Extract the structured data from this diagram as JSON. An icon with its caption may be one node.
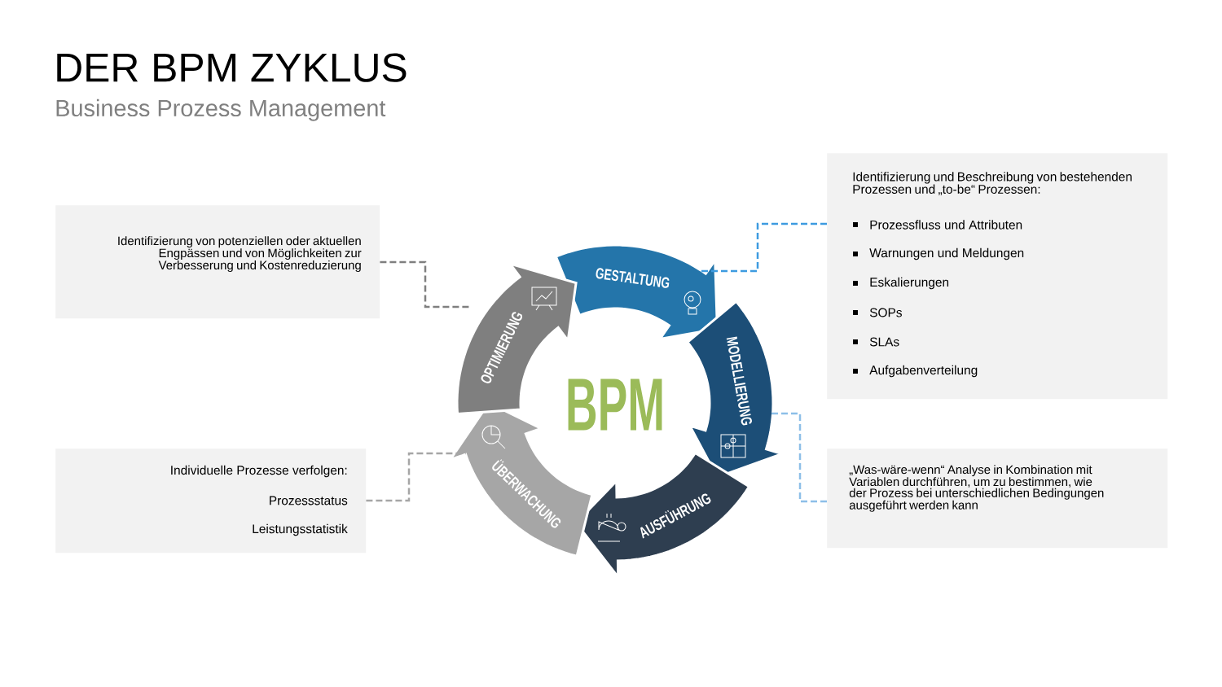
{
  "diagram": {
    "title": "DER BPM ZYKLUS",
    "nodes": [
      {
        "text": [
          "Identifizierung und Beschreibung von bestehenden Prozessen und „to-be“ Prozessen:",
          "Prozessfluss und Attributen",
          "Warnungen und Meldungen",
          "Eskalierungen",
          "SOPs",
          "SLAs",
          "Aufgabenverteilung"
        ]
      },
      {
        "text": [
          "Identifizierung von potenziellen oder aktuellen Engpässen und von Möglichkeiten zur Verbesserung und Kostenreduzierung"
        ]
      },
      {
        "text": [
          "Individuelle Prozesse verfolgen:",
          "Prozessstatus",
          "Leistungsstatistik"
        ]
      },
      {
        "text": [
          "„Was-wäre-wenn“ Analyse in Kombination mit Variablen durchführen, um zu bestimmen, wie der Prozess bei unterschiedlichen Bedingungen ausgeführt werden kann"
        ]
      },
      {
        "text": [
          "GESTALTUNG"
        ]
      },
      {
        "text": [
          "MODELLIERUNG"
        ]
      },
      {
        "text": [
          "AUSFÜHRUNG"
        ]
      },
      {
        "text": [
          "ÜBERWACHUNG"
        ]
      },
      {
        "text": [
          "OPTIMIERUNG"
        ]
      }
    ],
    "edges": [
      {
        "from": 0,
        "to": 4,
        "arrow": "none",
        "style": "dashed",
        "color": "#3d9be0"
      },
      {
        "from": 1,
        "to": 8,
        "arrow": "none",
        "style": "dashed",
        "color": "#7f7f7f"
      },
      {
        "from": 2,
        "to": 7,
        "arrow": "none",
        "style": "dashed",
        "color": "#a6a6a6"
      },
      {
        "from": 3,
        "to": 5,
        "arrow": "none",
        "style": "dashed",
        "color": "#8dbfe8"
      }
    ],
    "labels": [
      "Business Prozess Management",
      "BPM"
    ]
  }
}
